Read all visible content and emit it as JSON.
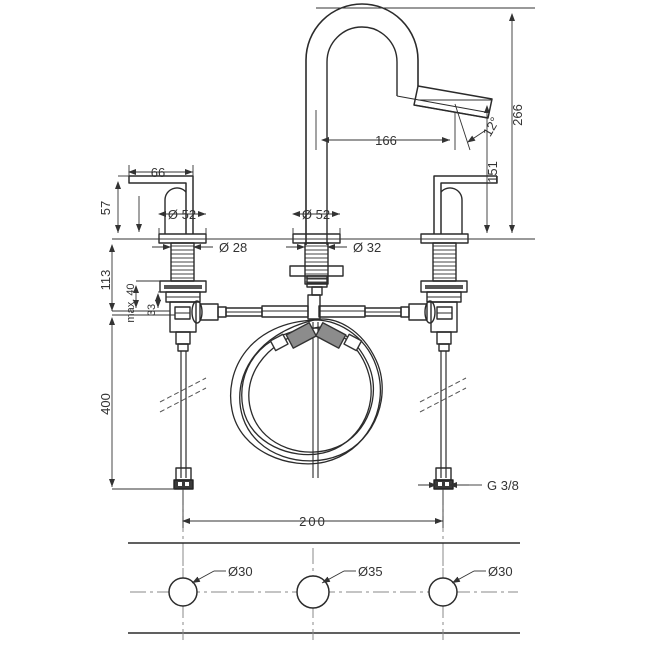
{
  "drawing": {
    "title": "3-hole basin mixer dimensional drawing",
    "units": "mm",
    "line_color": "#2b2b2b",
    "dim_color": "#333333",
    "center_color": "#8a8a8a",
    "hose_label_fill": "#8c8c8c"
  },
  "dimensions": {
    "spout_reach": "166",
    "spout_angle": "12°",
    "total_height": "266",
    "spout_height": "151",
    "handle_reach": "66",
    "handle_height": "57",
    "below_deck": "113",
    "max_deck_thickness": "max. 40",
    "valve_offset": "33",
    "supply_length": "400",
    "hole_spacing": "200",
    "flange_dia_left": "Ø 52",
    "flange_dia_center": "Ø 52",
    "shank_dia_left": "Ø 28",
    "shank_dia_center": "Ø 32",
    "thread": "G 3/8"
  },
  "holes": {
    "left_label": "Ø30",
    "center_label": "Ø35",
    "right_label": "Ø30"
  },
  "hose_labels": {
    "left": "hose-connector-label",
    "right": "hose-connector-label"
  },
  "icons": {
    "break_symbol": "break-line-icon",
    "center_mark": "centerline-icon",
    "arrow": "dim-arrow-icon"
  }
}
